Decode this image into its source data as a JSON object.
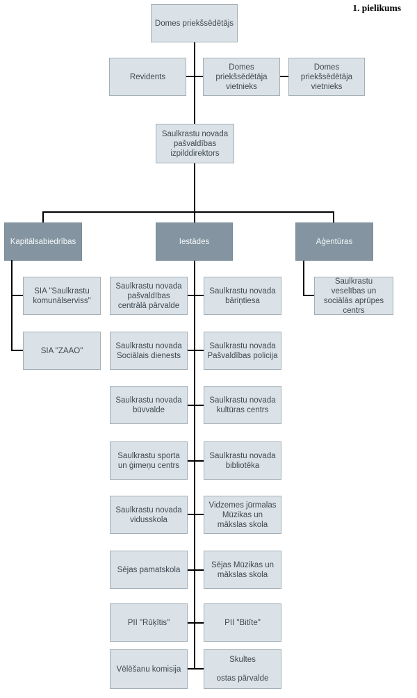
{
  "annotation": "1. pielikums",
  "colors": {
    "box_light_bg": "#dae1e7",
    "box_light_border": "#a3afb7",
    "box_dark_bg": "#8495a1",
    "box_dark_border": "#7a8b97",
    "text_dark": "#3f4a52",
    "text_light": "#f5f7f8",
    "line_color": "#000000"
  },
  "nodes": {
    "chairman": "Domes priekšsēdētājs",
    "auditor": "Revidents",
    "deputy1": "Domes priekšsēdētāja vietnieks",
    "deputy2": "Domes priekšsēdētāja vietnieks",
    "executive_director": "Saulkrastu novada pašvaldības izpilddirektors",
    "branches": {
      "companies": "Kapitālsabiedrības",
      "institutions": "Iestādes",
      "agencies": "Aģentūras"
    },
    "companies": [
      "SIA \"Saulkrastu komunālserviss\"",
      "SIA \"ZAAO\""
    ],
    "institutions_left": [
      "Saulkrastu novada pašvaldības centrālā pārvalde",
      "Saulkrastu novada Sociālais dienests",
      "Saulkrastu novada būvvalde",
      "Saulkrastu sporta un ģimeņu centrs",
      "Saulkrastu novada vidusskola",
      "Sējas pamatskola",
      "PII \"Rūķītis\"",
      "Vēlēšanu komisija"
    ],
    "institutions_right": [
      "Saulkrastu novada bāriņtiesa",
      "Saulkrastu novada Pašvaldības policija",
      "Saulkrastu novada kultūras centrs",
      "Saulkrastu novada bibliotēka",
      "Vidzemes jūrmalas Mūzikas un mākslas skola",
      "Sējas Mūzikas un mākslas skola",
      "PII \"Bitīte\"",
      "Skultes\nostas pārvalde"
    ],
    "agency": "Saulkrastu veselības un sociālās aprūpes centrs"
  }
}
